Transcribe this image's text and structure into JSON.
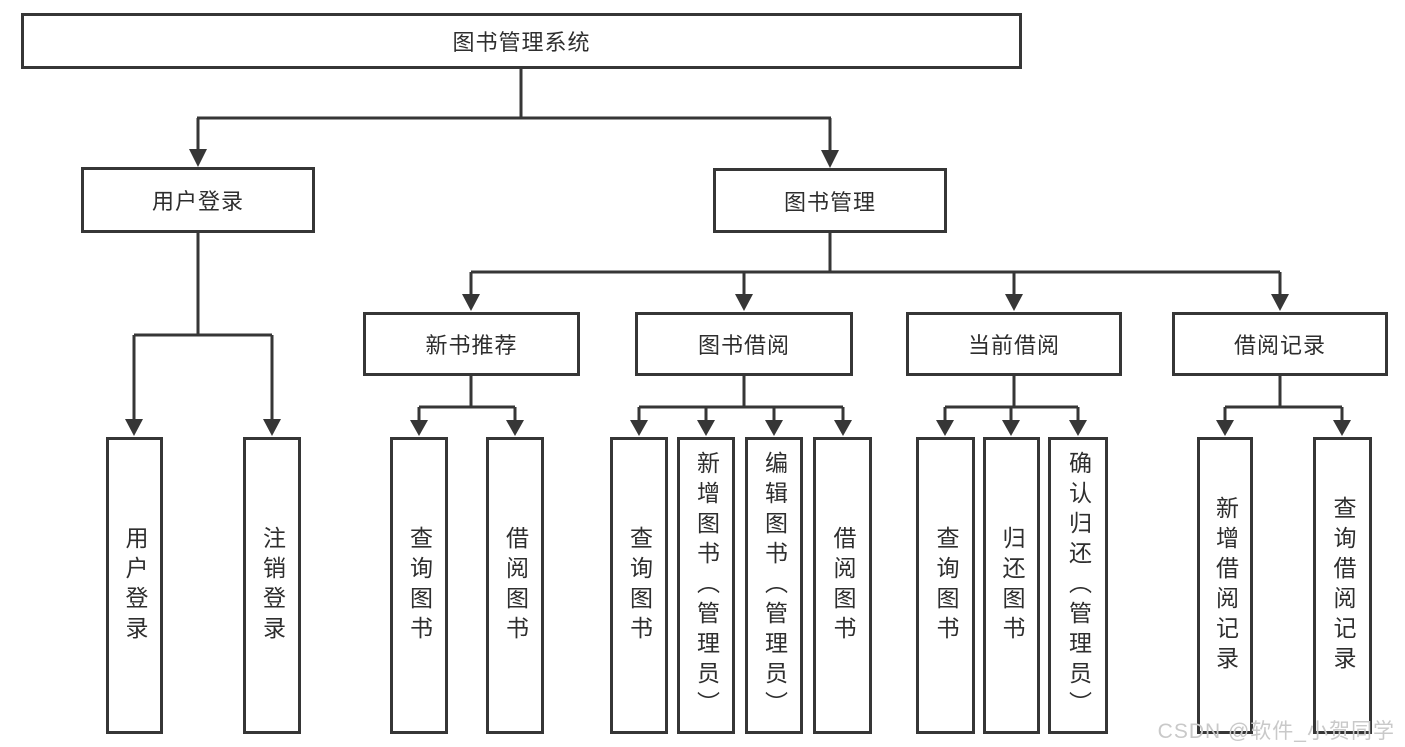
{
  "colors": {
    "line": "#363636",
    "box_border": "#363636",
    "text": "#2e2e2e",
    "watermark": "#c9c9c9",
    "background": "#ffffff"
  },
  "tree": {
    "root": {
      "label": "图书管理系统"
    },
    "user_login": {
      "label": "用户登录"
    },
    "book_mgmt": {
      "label": "图书管理"
    },
    "user_login_children": [
      {
        "label": "用户登录"
      },
      {
        "label": "注销登录"
      }
    ],
    "book_mgmt_children": [
      {
        "label": "新书推荐"
      },
      {
        "label": "图书借阅"
      },
      {
        "label": "当前借阅"
      },
      {
        "label": "借阅记录"
      }
    ],
    "new_book_children": [
      {
        "label": "查询图书"
      },
      {
        "label": "借阅图书"
      }
    ],
    "book_borrow_children": [
      {
        "label": "查询图书"
      },
      {
        "label": "新增图书（管理员）"
      },
      {
        "label": "编辑图书（管理员）"
      },
      {
        "label": "借阅图书"
      }
    ],
    "current_borrow_children": [
      {
        "label": "查询图书"
      },
      {
        "label": "归还图书"
      },
      {
        "label": "确认归还（管理员）"
      }
    ],
    "borrow_record_children": [
      {
        "label": "新增借阅记录"
      },
      {
        "label": "查询借阅记录"
      }
    ]
  },
  "watermark": {
    "text": "CSDN @软件_小贺同学"
  }
}
